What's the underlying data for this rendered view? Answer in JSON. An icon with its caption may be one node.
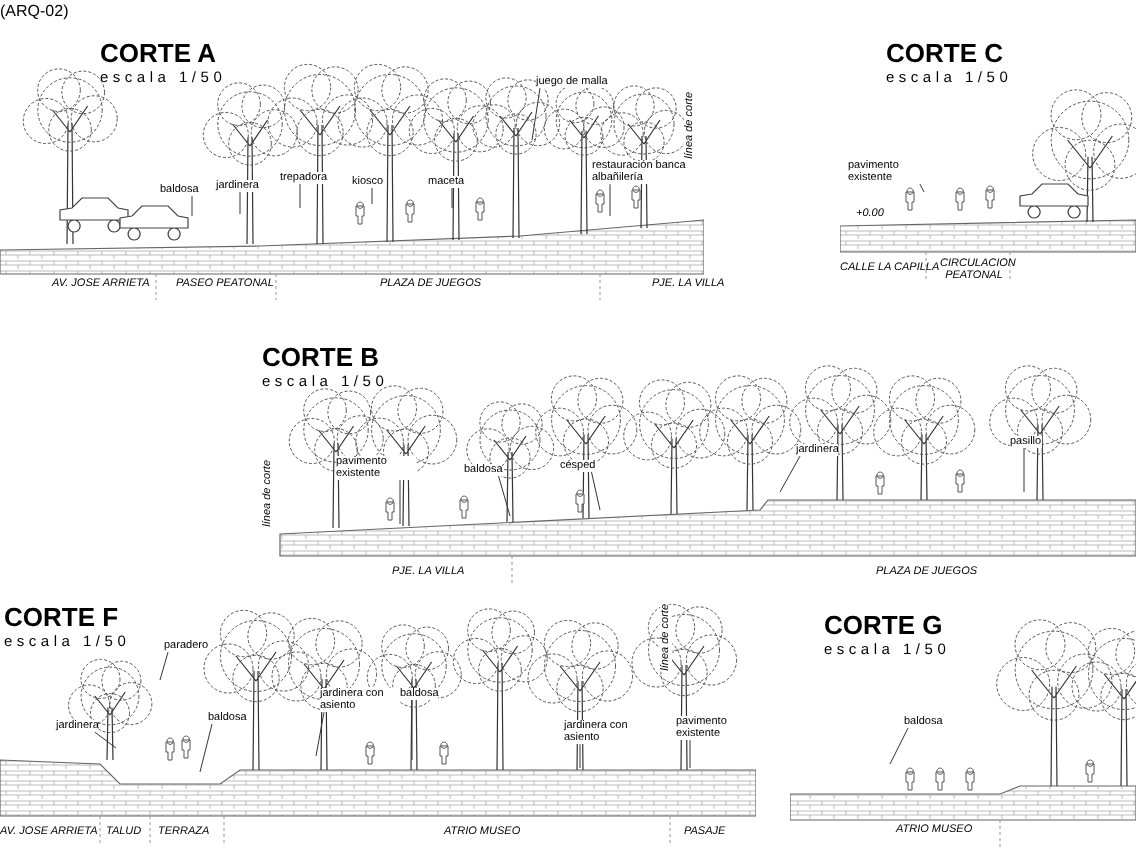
{
  "diagram": {
    "nodes": [
      {
        "text": [
          "CORTE A",
          "escala 1/50"
        ]
      },
      {
        "text": [
          "CORTE C",
          "escala 1/50"
        ]
      },
      {
        "text": [
          "CORTE B",
          "escala 1/50"
        ]
      },
      {
        "text": [
          "CORTE F",
          "escala 1/50"
        ]
      },
      {
        "text": [
          "CORTE G",
          "escala 1/50"
        ]
      },
      {
        "text": [
          "juego de malla"
        ],
        "in": 0
      },
      {
        "text": [
          "baldosa"
        ],
        "in": 0
      },
      {
        "text": [
          "jardinera"
        ],
        "in": 0
      },
      {
        "text": [
          "trepadora"
        ],
        "in": 0
      },
      {
        "text": [
          "kiosco"
        ],
        "in": 0
      },
      {
        "text": [
          "maceta"
        ],
        "in": 0
      },
      {
        "text": [
          "restauración banca albañilería"
        ],
        "in": 0
      },
      {
        "text": [
          "pavimento existente"
        ],
        "in": 1
      },
      {
        "text": [
          "pavimento existente"
        ],
        "in": 2
      },
      {
        "text": [
          "baldosa"
        ],
        "in": 2
      },
      {
        "text": [
          "césped"
        ],
        "in": 2
      },
      {
        "text": [
          "jardinera"
        ],
        "in": 2
      },
      {
        "text": [
          "pasillo"
        ],
        "in": 2
      },
      {
        "text": [
          "paradero"
        ],
        "in": 3
      },
      {
        "text": [
          "jardinera"
        ],
        "in": 3
      },
      {
        "text": [
          "baldosa"
        ],
        "in": 3
      },
      {
        "text": [
          "jardinera con asiento"
        ],
        "in": 3
      },
      {
        "text": [
          "baldosa"
        ],
        "in": 3
      },
      {
        "text": [
          "jardinera con asiento"
        ],
        "in": 3
      },
      {
        "text": [
          "pavimento existente"
        ],
        "in": 3
      },
      {
        "text": [
          "baldosa"
        ],
        "in": 4
      }
    ],
    "edges": [
      {
        "from": 5,
        "to": null,
        "arrow": "none"
      },
      {
        "from": 6,
        "to": null,
        "arrow": "none"
      },
      {
        "from": 7,
        "to": null,
        "arrow": "none"
      },
      {
        "from": 8,
        "to": null,
        "arrow": "none"
      },
      {
        "from": 9,
        "to": null,
        "arrow": "none"
      },
      {
        "from": 10,
        "to": null,
        "arrow": "none"
      },
      {
        "from": 11,
        "to": null,
        "arrow": "none"
      },
      {
        "from": 12,
        "to": null,
        "arrow": "none"
      },
      {
        "from": 13,
        "to": null,
        "arrow": "none"
      },
      {
        "from": 14,
        "to": null,
        "arrow": "none"
      },
      {
        "from": 15,
        "to": null,
        "arrow": "none"
      },
      {
        "from": 16,
        "to": null,
        "arrow": "none"
      },
      {
        "from": 17,
        "to": null,
        "arrow": "none"
      },
      {
        "from": 18,
        "to": null,
        "arrow": "none"
      },
      {
        "from": 19,
        "to": null,
        "arrow": "none"
      },
      {
        "from": 20,
        "to": null,
        "arrow": "none"
      },
      {
        "from": 21,
        "to": null,
        "arrow": "none"
      },
      {
        "from": 22,
        "to": null,
        "arrow": "none"
      },
      {
        "from": 23,
        "to": null,
        "arrow": "none"
      },
      {
        "from": 24,
        "to": null,
        "arrow": "none"
      },
      {
        "from": 25,
        "to": null,
        "arrow": "none"
      }
    ],
    "labels": [
      "(ARQ-02)",
      "línea de corte",
      "AV. JOSE ARRIETA",
      "PASEO PEATONAL",
      "PLAZA DE JUEGOS",
      "PJE. LA VILLA",
      "+0.00",
      "CALLE LA CAPILLA",
      "CIRCULACION PEATONAL",
      "línea de corte",
      "PJE. LA VILLA",
      "PLAZA DE JUEGOS",
      "línea de corte",
      "AV. JOSE ARRIETA",
      "TALUD",
      "TERRAZA",
      "ATRIO MUSEO",
      "PASAJE",
      "ATRIO MUSEO"
    ]
  }
}
